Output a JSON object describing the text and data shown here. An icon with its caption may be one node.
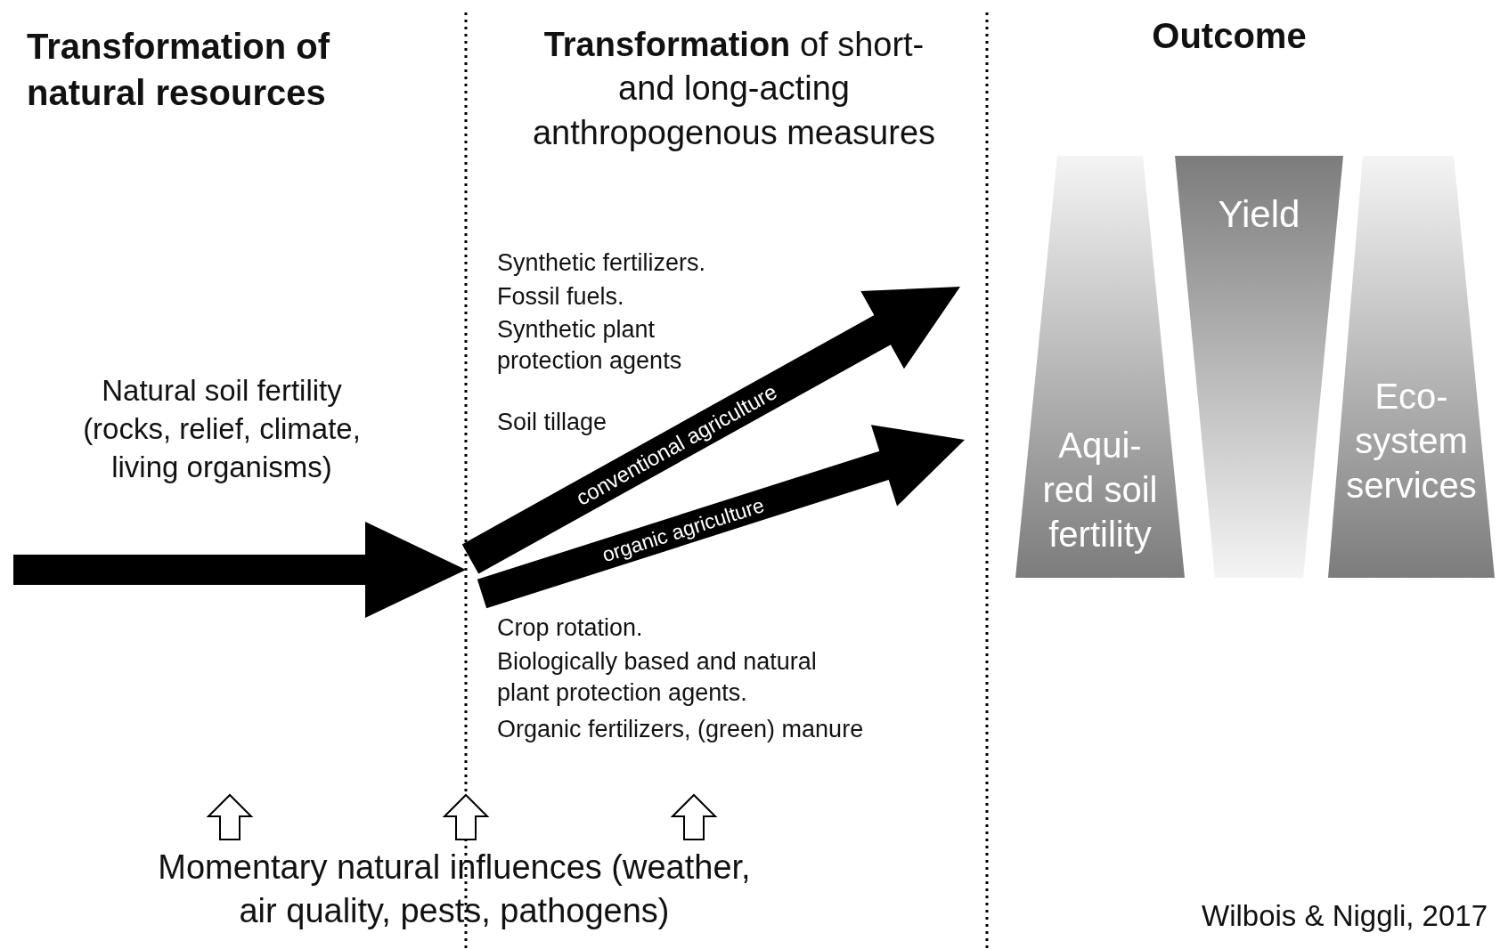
{
  "diagram": {
    "nodes": [
      {
        "text": [],
        "shape": "arrow"
      },
      {
        "text": [
          "conventional agriculture"
        ]
      },
      {
        "text": [
          "organic agriculture"
        ]
      },
      {
        "text": [
          "Aqui- red soil fertility"
        ]
      },
      {
        "text": [
          "Yield"
        ]
      },
      {
        "text": [
          "Eco- system services"
        ]
      }
    ],
    "labels": [
      "Transformation of natural resources",
      "**Transformation** of short-and long-acting anthropogenous measures",
      "Outcome",
      "Synthetic fertilizers.",
      "Fossil fuels.",
      "Synthetic plant protection agents",
      "Natural soil fertility (rocks, relief, climate, living organisms)",
      "Soil tillage",
      "Crop rotation.",
      "Biologically based and natural plant protection agents.",
      "Organic fertilizers, (green) manure",
      "Momentary natural influences (weather, air quality, pests, pathogens)",
      "Wilbois & Niggli, 2017"
    ]
  }
}
